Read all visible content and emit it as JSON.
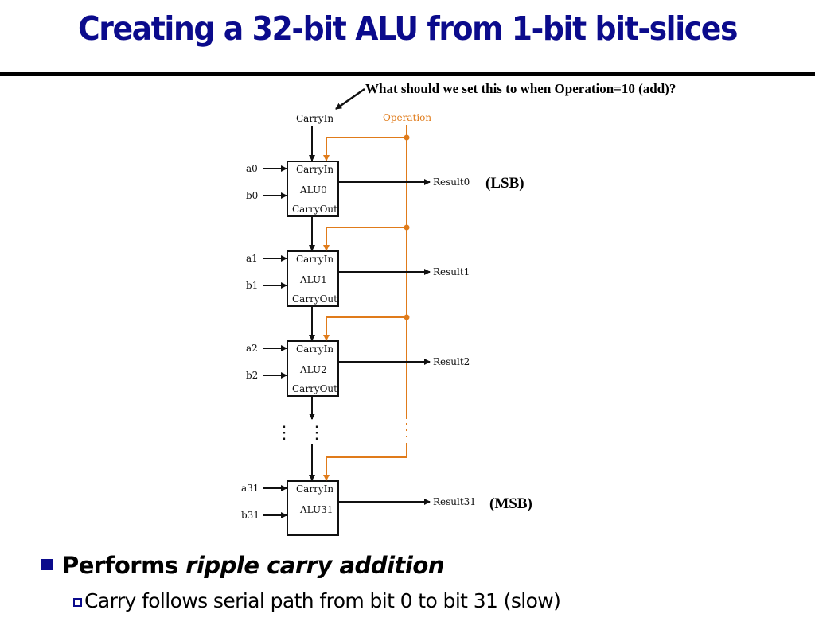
{
  "slide": {
    "title": "Creating a 32-bit ALU from 1-bit bit-slices",
    "annotation": "What should we set this to when Operation=10 (add)?",
    "accent_color": "#0b0b8c",
    "operation_color": "#e07b1a"
  },
  "diagram": {
    "carryin_label": "CarryIn",
    "operation_label": "Operation",
    "slices": [
      {
        "a": "a0",
        "b": "b0",
        "name": "ALU0",
        "carry_in": "CarryIn",
        "carry_out": "CarryOut",
        "result": "Result0",
        "tag": "(LSB)"
      },
      {
        "a": "a1",
        "b": "b1",
        "name": "ALU1",
        "carry_in": "CarryIn",
        "carry_out": "CarryOut",
        "result": "Result1",
        "tag": ""
      },
      {
        "a": "a2",
        "b": "b2",
        "name": "ALU2",
        "carry_in": "CarryIn",
        "carry_out": "CarryOut",
        "result": "Result2",
        "tag": ""
      },
      {
        "a": "a31",
        "b": "b31",
        "name": "ALU31",
        "carry_in": "CarryIn",
        "carry_out": "",
        "result": "Result31",
        "tag": "(MSB)"
      }
    ],
    "ellipsis": "⋮"
  },
  "bullets": [
    {
      "level": 1,
      "text_plain": "Performs ",
      "text_italic": "ripple carry addition"
    },
    {
      "level": 2,
      "text": "Carry follows serial path from bit 0 to bit 31 (slow)"
    }
  ]
}
